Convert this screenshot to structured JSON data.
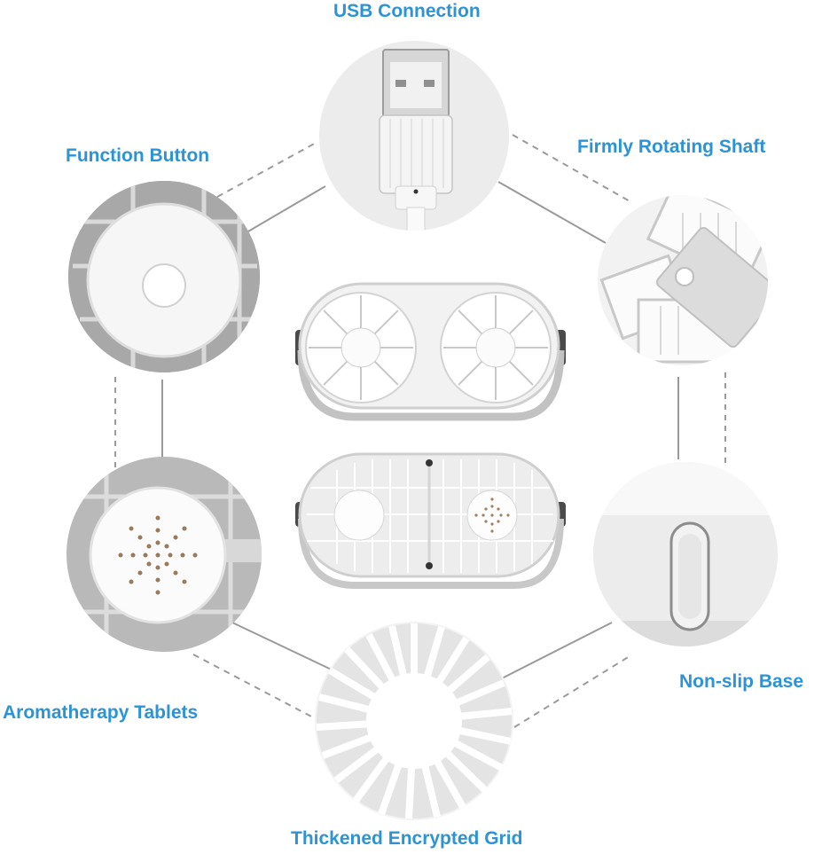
{
  "labels": {
    "usb": "USB Connection",
    "function_button": "Function Button",
    "rotating_shaft": "Firmly Rotating Shaft",
    "non_slip_base": "Non-slip Base",
    "aromatherapy": "Aromatherapy Tablets",
    "grid": "Thickened Encrypted Grid"
  },
  "colors": {
    "label_text": "#2b93d6",
    "circle_bg": "#e9e9e9",
    "product_white": "#fafafa",
    "product_gray": "#b9b9b9",
    "connector_line": "#9a9a9a"
  }
}
